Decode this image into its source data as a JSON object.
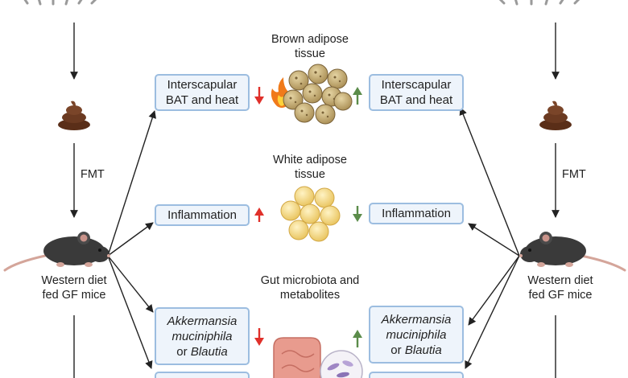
{
  "center": {
    "brown_label": [
      "Brown adipose",
      "tissue"
    ],
    "white_label": [
      "White adipose",
      "tissue"
    ],
    "gut_label": [
      "Gut microbiota and",
      "metabolites"
    ]
  },
  "left": {
    "fmt": "FMT",
    "mouse_label": [
      "Western diet",
      "fed GF mice"
    ],
    "boxes": {
      "bat": [
        "Interscapular",
        "BAT and heat"
      ],
      "inflammation": "Inflammation",
      "akk": [
        "Akkermansia",
        "muciniphila",
        "or",
        "Blautia"
      ]
    },
    "arrows": {
      "bat": "down",
      "inflammation": "up",
      "akk": "down"
    }
  },
  "right": {
    "fmt": "FMT",
    "mouse_label": [
      "Western diet",
      "fed GF mice"
    ],
    "boxes": {
      "bat": [
        "Interscapular",
        "BAT and heat"
      ],
      "inflammation": "Inflammation",
      "akk": [
        "Akkermansia",
        "muciniphila",
        "or",
        "Blautia"
      ]
    },
    "arrows": {
      "bat": "up",
      "inflammation": "down",
      "akk": "up"
    }
  },
  "colors": {
    "box_border": "#9cbde0",
    "box_fill": "#eef4fb",
    "arrow_up_left": "#e0302a",
    "arrow_down_left": "#e0302a",
    "arrow_up_right": "#5b8c4a",
    "arrow_down_right": "#5b8c4a",
    "fat_brown": "#c9b27a",
    "fat_white": "#f4d77e",
    "mouse": "#3a3a3a",
    "stool": "#6b3a21"
  },
  "icons": [
    "sun-icon",
    "stool-icon",
    "mouse-icon",
    "flame-icon",
    "brown-fat-icon",
    "white-fat-icon",
    "intestine-icon",
    "microbe-icon"
  ]
}
